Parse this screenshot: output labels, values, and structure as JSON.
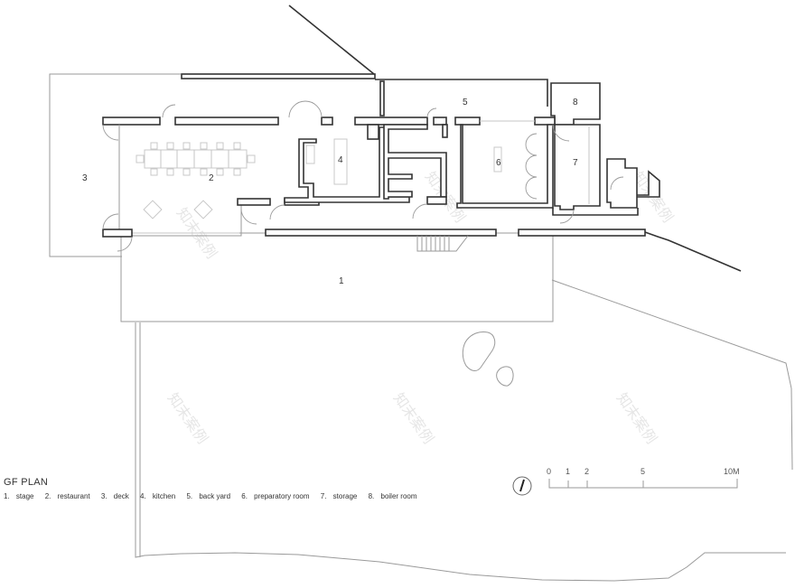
{
  "drawing": {
    "title": "GF PLAN",
    "legend": [
      {
        "num": "1.",
        "label": "stage"
      },
      {
        "num": "2.",
        "label": "restaurant"
      },
      {
        "num": "3.",
        "label": "deck"
      },
      {
        "num": "4.",
        "label": "kitchen"
      },
      {
        "num": "5.",
        "label": "back yard"
      },
      {
        "num": "6.",
        "label": "preparatory room"
      },
      {
        "num": "7.",
        "label": "storage"
      },
      {
        "num": "8.",
        "label": "boiler room"
      }
    ],
    "room_labels": {
      "r1": "1",
      "r2": "2",
      "r3": "3",
      "r4": "4",
      "r5": "5",
      "r6": "6",
      "r7": "7",
      "r8": "8"
    },
    "scale_bar": {
      "ticks": [
        "0",
        "1",
        "2",
        "5",
        "10M"
      ]
    },
    "north_arrow": "north-arrow-icon",
    "watermark": "知末案例",
    "colors": {
      "wall": "#333333",
      "thin_line": "#9a9a9a",
      "background": "#ffffff"
    }
  }
}
